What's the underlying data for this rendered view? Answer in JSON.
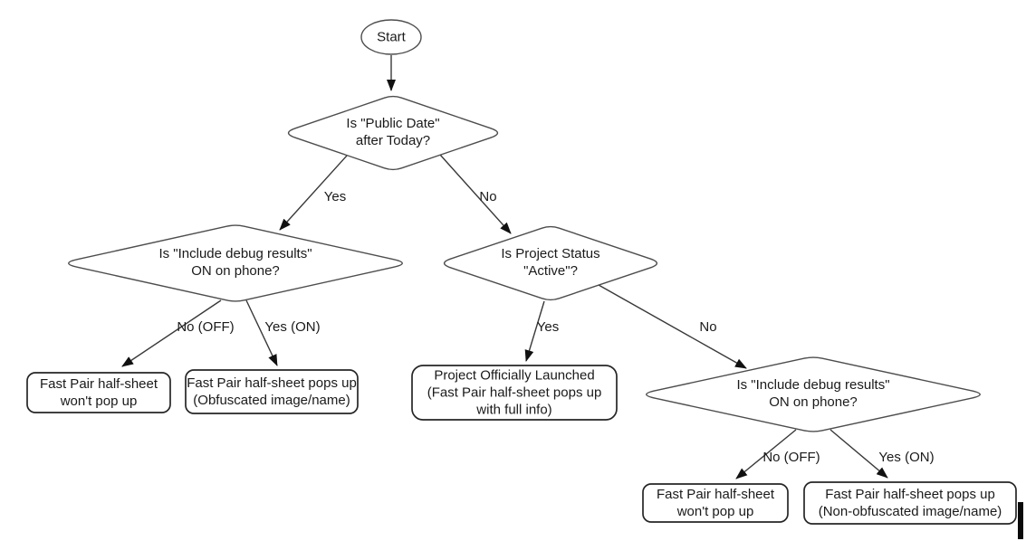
{
  "diagram": {
    "nodes": {
      "start": "Start",
      "decision_public_date": "Is \"Public Date\"\nafter Today?",
      "decision_debug_left": "Is \"Include debug results\"\nON on phone?",
      "decision_project_status": "Is Project Status\n\"Active\"?",
      "decision_debug_right": "Is \"Include debug results\"\nON on phone?",
      "outcome_no_popup_left": "Fast Pair half-sheet\nwon't pop up",
      "outcome_obfuscated": "Fast Pair half-sheet pops up\n(Obfuscated image/name)",
      "outcome_launched": "Project Officially Launched\n(Fast Pair half-sheet pops up\nwith full info)",
      "outcome_no_popup_right": "Fast Pair half-sheet\nwon't pop up",
      "outcome_non_obfuscated": "Fast Pair half-sheet pops up\n(Non-obfuscated image/name)"
    },
    "edge_labels": {
      "public_date_yes": "Yes",
      "public_date_no": "No",
      "debug_left_no": "No (OFF)",
      "debug_left_yes": "Yes (ON)",
      "status_yes": "Yes",
      "status_no": "No",
      "debug_right_no": "No (OFF)",
      "debug_right_yes": "Yes (ON)"
    },
    "colors": {
      "background": "#ffffff",
      "edge_line": "#383838",
      "decision_stroke": "#4d4d4d",
      "terminal_stroke": "#262626",
      "text": "#1a1a1a",
      "arrowhead": "#111111",
      "text_cursor": "#0a0a0a"
    }
  }
}
